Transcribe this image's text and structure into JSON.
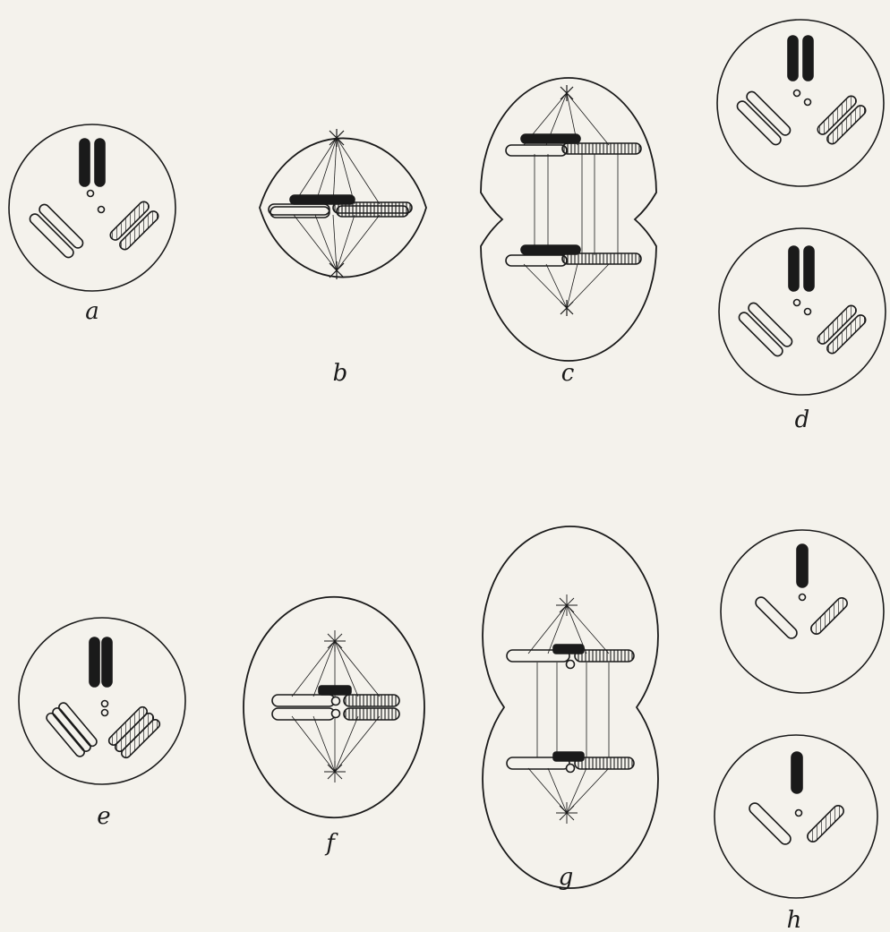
{
  "figure": {
    "panels": [
      {
        "id": "a",
        "label": "a"
      },
      {
        "id": "b",
        "label": "b"
      },
      {
        "id": "c",
        "label": "c"
      },
      {
        "id": "d",
        "label": "d"
      },
      {
        "id": "e",
        "label": "e"
      },
      {
        "id": "f",
        "label": "f"
      },
      {
        "id": "g",
        "label": "g"
      },
      {
        "id": "h",
        "label": "h"
      }
    ]
  },
  "colors": {
    "paper": "#f4f2ec",
    "ink": "#1a1a1a"
  }
}
